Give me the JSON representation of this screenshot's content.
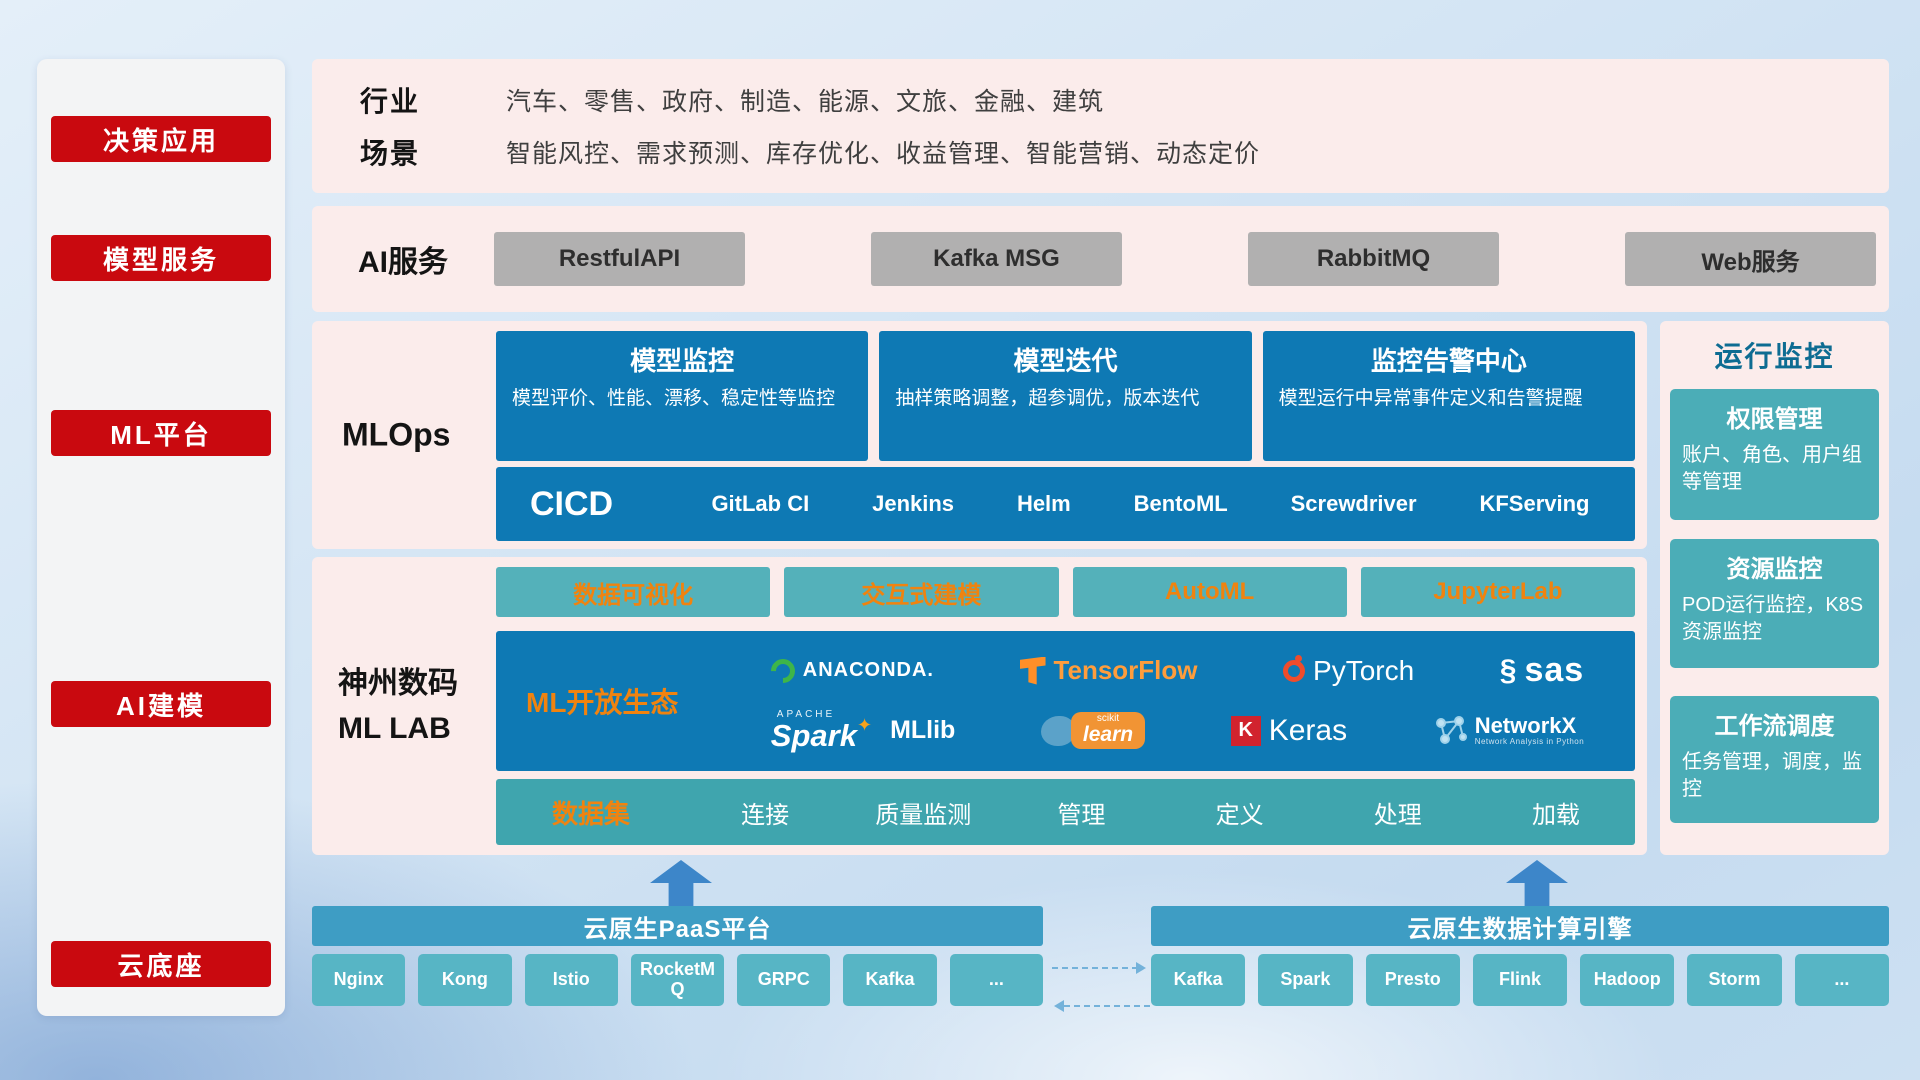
{
  "sidebar": {
    "items": [
      {
        "label": "决策应用"
      },
      {
        "label": "模型服务"
      },
      {
        "label": "ML平台"
      },
      {
        "label": "AI建模"
      },
      {
        "label": "云底座"
      }
    ]
  },
  "industry": {
    "rows": [
      {
        "label": "行业",
        "text": "汽车、零售、政府、制造、能源、文旅、金融、建筑"
      },
      {
        "label": "场景",
        "text": "智能风控、需求预测、库存优化、收益管理、智能营销、动态定价"
      }
    ]
  },
  "services": {
    "label": "AI服务",
    "items": [
      "RestfulAPI",
      "Kafka MSG",
      "RabbitMQ",
      "Web服务"
    ]
  },
  "mlops": {
    "label": "MLOps",
    "cards": [
      {
        "title": "模型监控",
        "desc": "模型评价、性能、漂移、稳定性等监控"
      },
      {
        "title": "模型迭代",
        "desc": "抽样策略调整，超参调优，版本迭代"
      },
      {
        "title": "监控告警中心",
        "desc": "模型运行中异常事件定义和告警提醒"
      }
    ],
    "cicd_label": "CICD",
    "cicd_tools": [
      "GitLab CI",
      "Jenkins",
      "Helm",
      "BentoML",
      "Screwdriver",
      "KFServing"
    ]
  },
  "mllab": {
    "label_line1": "神州数码",
    "label_line2": "ML LAB",
    "tools": [
      "数据可视化",
      "交互式建模",
      "AutoML",
      "JupyterLab"
    ],
    "ecosystem_label": "ML开放生态",
    "logos": {
      "anaconda": "ANACONDA.",
      "tensorflow": "TensorFlow",
      "pytorch": "PyTorch",
      "sas": "sas",
      "spark_brand": "APACHE",
      "spark": "Spark",
      "mllib": "MLlib",
      "scikit_top": "scikit",
      "scikit": "learn",
      "keras_mark": "K",
      "keras": "Keras",
      "networkx": "NetworkX",
      "networkx_sub": "Network Analysis in Python"
    },
    "dataset_label": "数据集",
    "dataset_items": [
      "连接",
      "质量监测",
      "管理",
      "定义",
      "处理",
      "加载"
    ]
  },
  "monitoring": {
    "title": "运行监控",
    "cards": [
      {
        "title": "权限管理",
        "desc": "账户、角色、用户组等管理"
      },
      {
        "title": "资源监控",
        "desc": "POD运行监控，K8S资源监控"
      },
      {
        "title": "工作流调度",
        "desc": "任务管理，调度，监控"
      }
    ]
  },
  "foundation": {
    "paas_title": "云原生PaaS平台",
    "paas_items": [
      "Nginx",
      "Kong",
      "Istio",
      "RocketMQ",
      "GRPC",
      "Kafka",
      "..."
    ],
    "engine_title": "云原生数据计算引擎",
    "engine_items": [
      "Kafka",
      "Spark",
      "Presto",
      "Flink",
      "Hadoop",
      "Storm",
      "..."
    ]
  },
  "icons": {
    "sas_mark": "§",
    "spark_star": "✦"
  },
  "colors": {
    "red": "#c9090f",
    "blue": "#0e79b4",
    "teal": "#4badb7",
    "orange": "#f0830f",
    "panel_pink": "#fbeceb",
    "foundation_blue": "#3e9dc4"
  }
}
